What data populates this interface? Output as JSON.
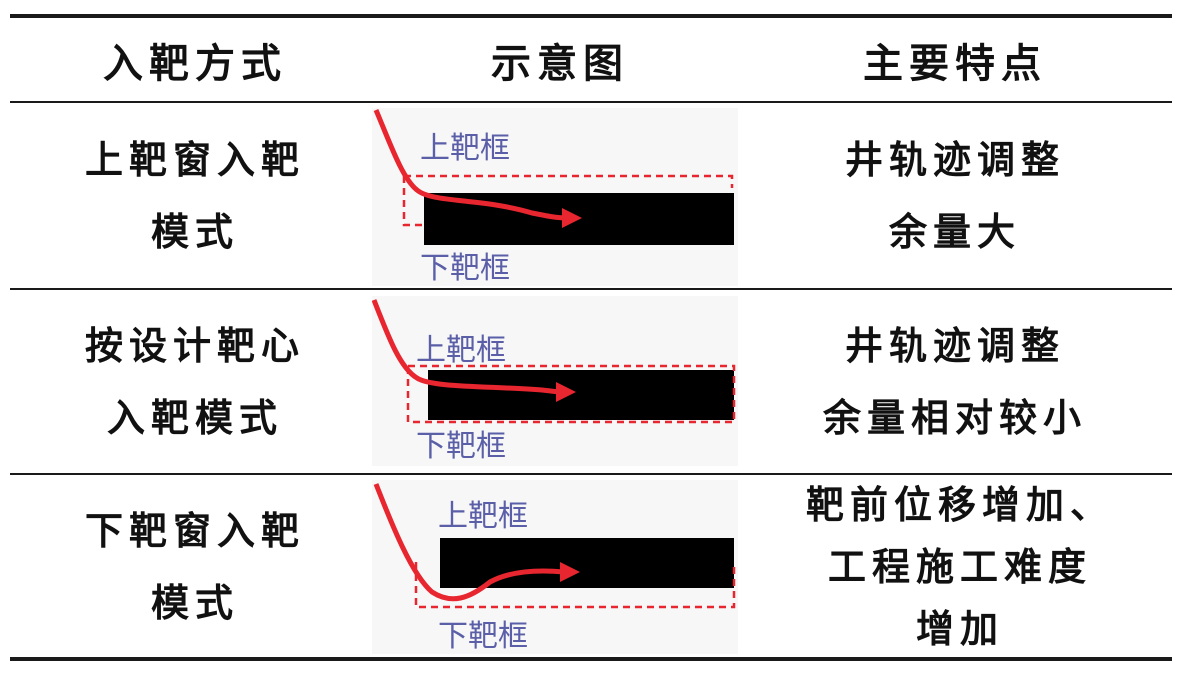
{
  "table": {
    "headers": [
      "入靶方式",
      "示意图",
      "主要特点"
    ],
    "rows": [
      {
        "mode_lines": [
          "上靶窗入靶",
          "模式"
        ],
        "diagram": {
          "upper_label": "上靶框",
          "lower_label": "下靶框"
        },
        "feature_lines": [
          "井轨迹调整",
          "余量大"
        ]
      },
      {
        "mode_lines": [
          "按设计靶心",
          "入靶模式"
        ],
        "diagram": {
          "upper_label": "上靶框",
          "lower_label": "下靶框"
        },
        "feature_lines": [
          "井轨迹调整",
          "余量相对较小"
        ]
      },
      {
        "mode_lines": [
          "下靶窗入靶",
          "模式"
        ],
        "diagram": {
          "upper_label": "上靶框",
          "lower_label": "下靶框"
        },
        "feature_lines": [
          "靶前位移增加、",
          "工程施工难度",
          "增加"
        ]
      }
    ]
  },
  "colors": {
    "trajectory": "#e8262f",
    "target_box": "#e8262f",
    "target_body": "#000000",
    "diagram_label": "#5a5fa8",
    "diagram_bg": "#f7f7f7"
  }
}
